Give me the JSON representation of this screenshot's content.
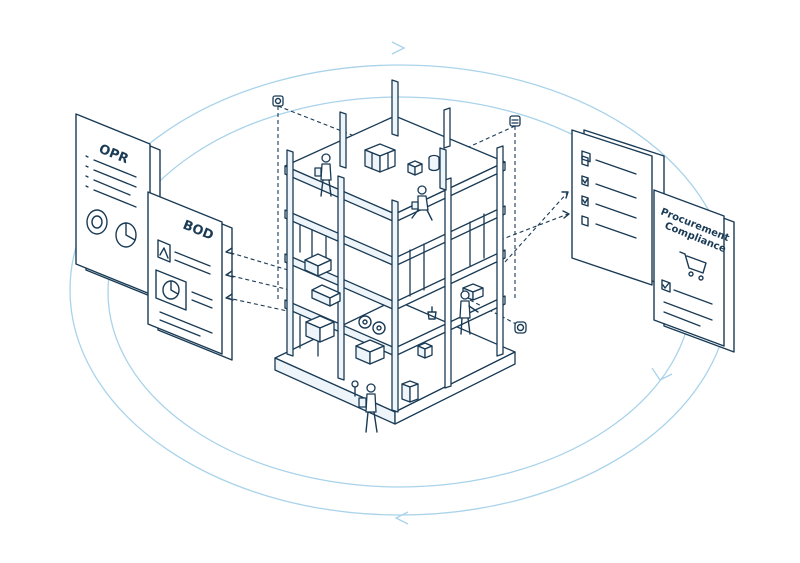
{
  "documents": {
    "opr": {
      "title": "OPR"
    },
    "bod": {
      "title": "BOD"
    },
    "procurement": {
      "title_line1": "Procurement",
      "title_line2": "Compliance"
    }
  },
  "colors": {
    "ink": "#1a3b55",
    "orbit": "#a9d3ea",
    "fill": "#eef5fa"
  },
  "icons": [
    "cycle-arrow-icon",
    "document-icon",
    "checklist-icon",
    "shopping-cart-icon",
    "pie-chart-icon",
    "worker-icon",
    "sensor-icon"
  ]
}
